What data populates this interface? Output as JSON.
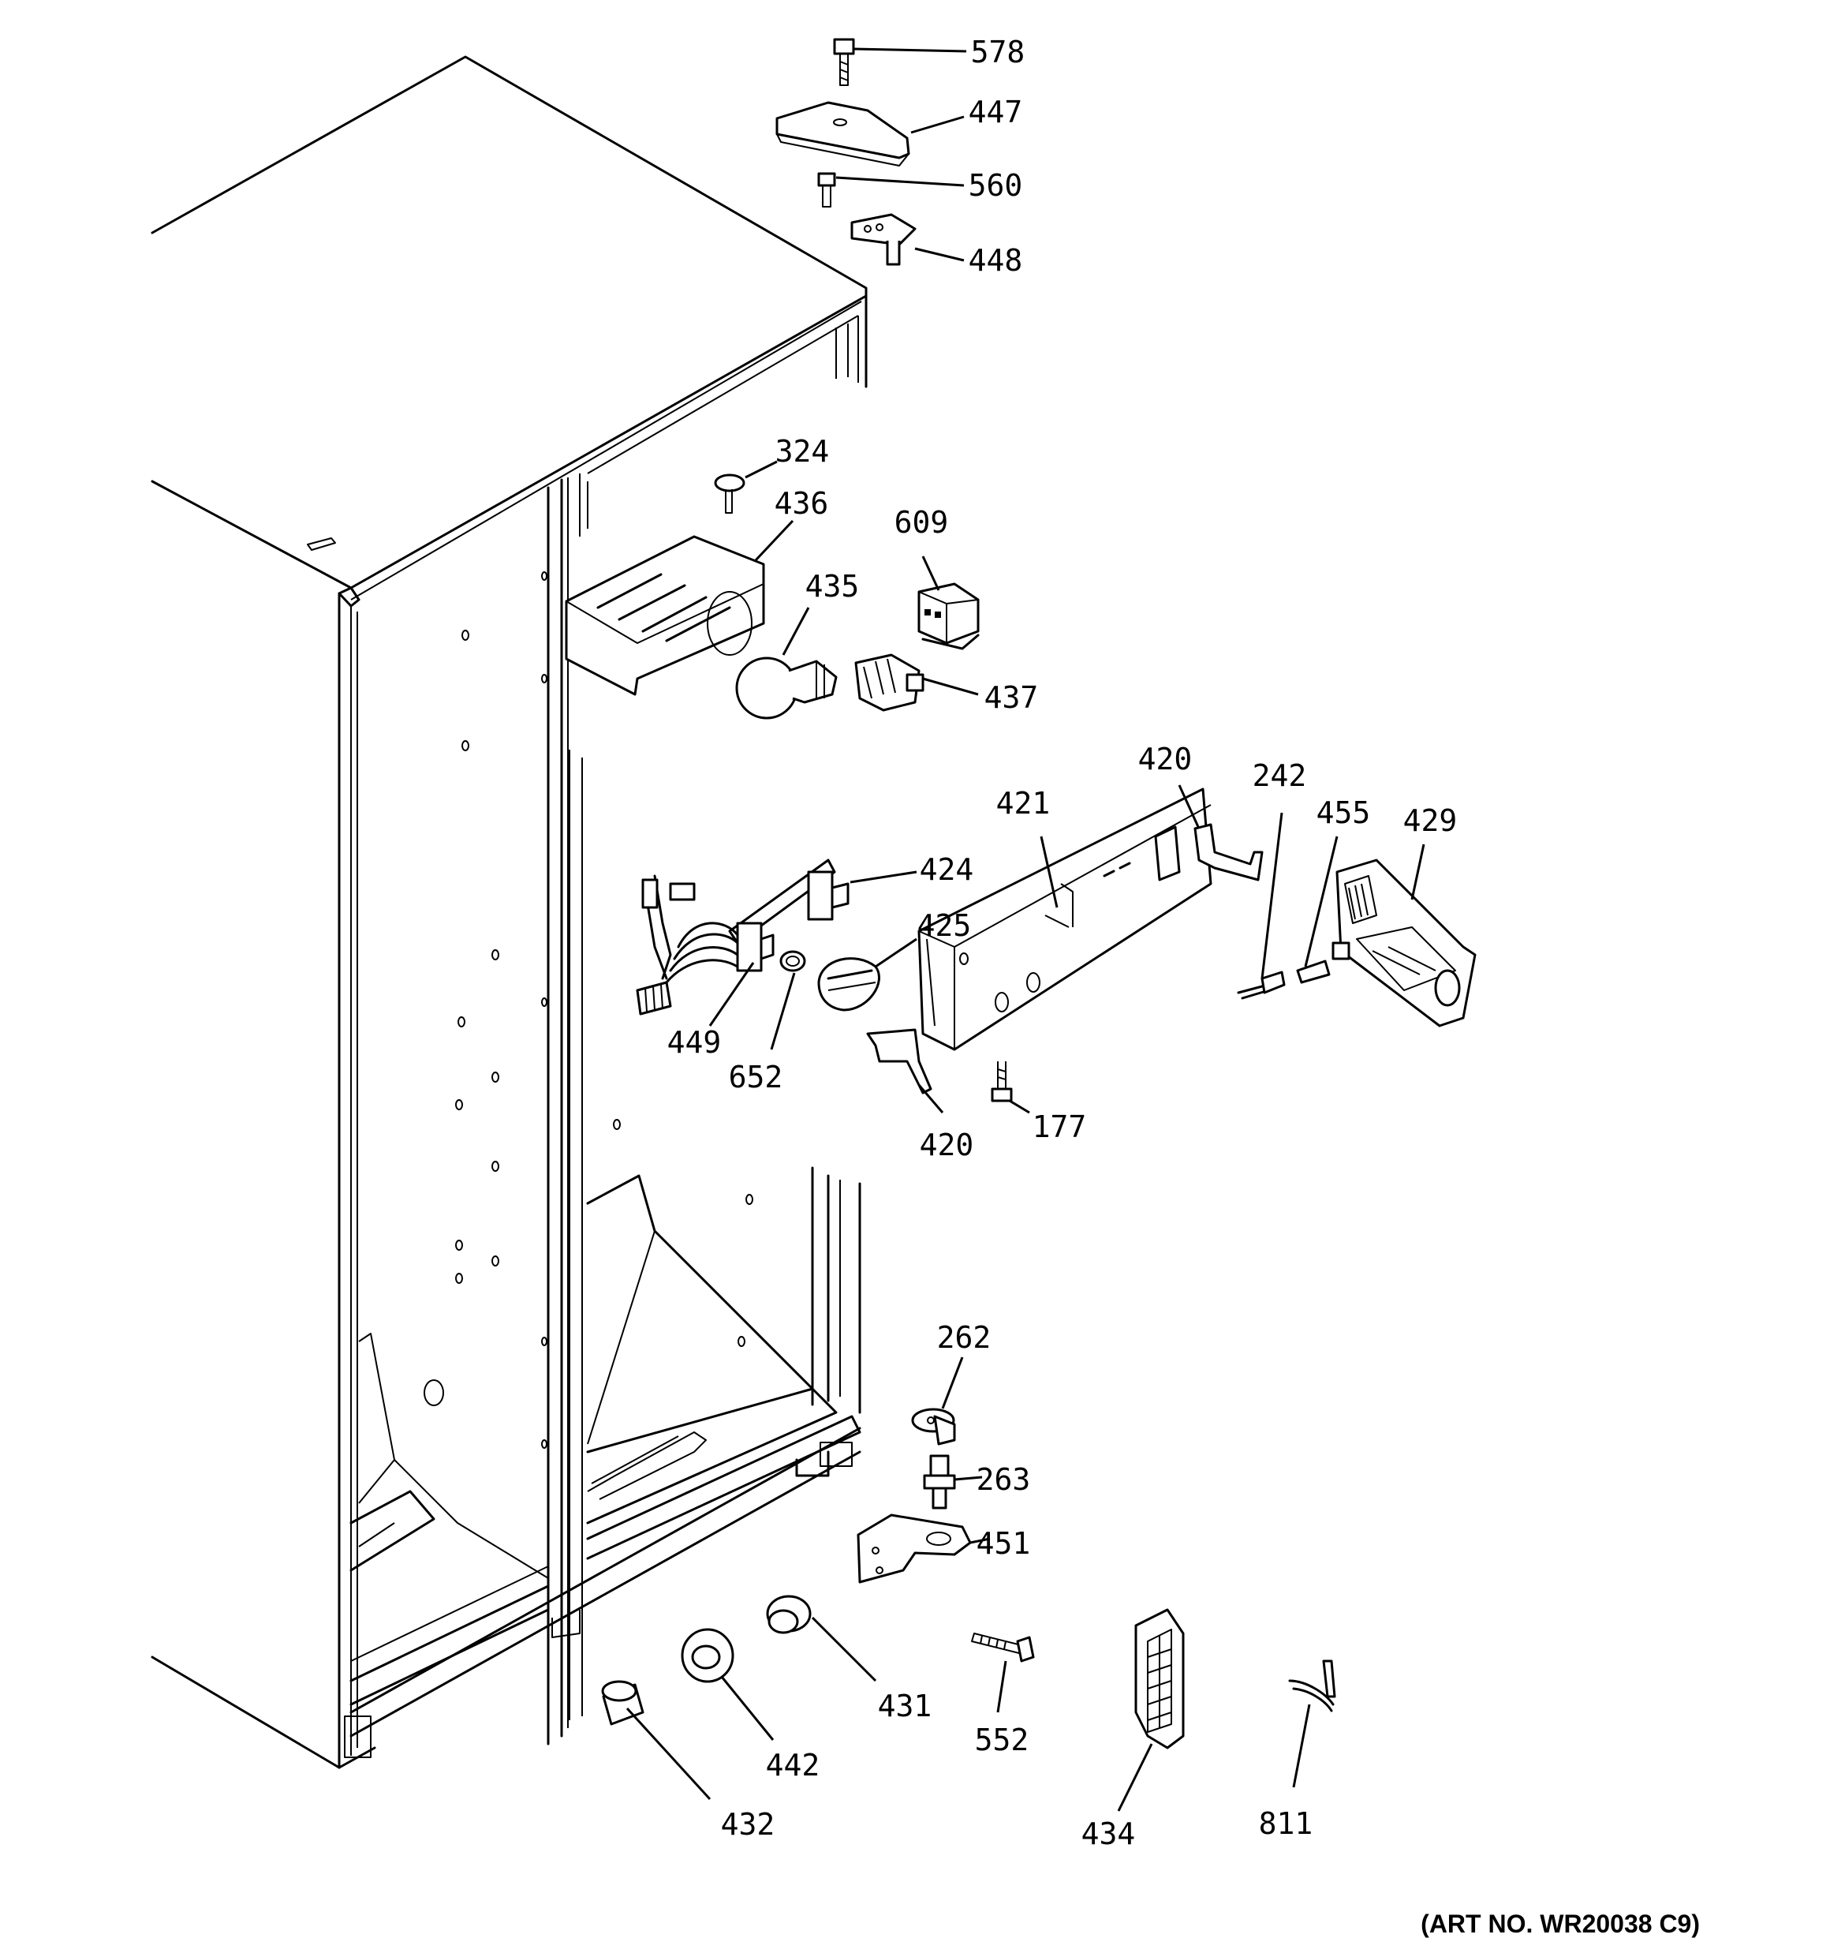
{
  "parts": [
    {
      "id": "p578",
      "label": "578"
    },
    {
      "id": "p447",
      "label": "447"
    },
    {
      "id": "p560",
      "label": "560"
    },
    {
      "id": "p448",
      "label": "448"
    },
    {
      "id": "p324",
      "label": "324"
    },
    {
      "id": "p436",
      "label": "436"
    },
    {
      "id": "p609",
      "label": "609"
    },
    {
      "id": "p435",
      "label": "435"
    },
    {
      "id": "p437",
      "label": "437"
    },
    {
      "id": "p420a",
      "label": "420"
    },
    {
      "id": "p242",
      "label": "242"
    },
    {
      "id": "p455",
      "label": "455"
    },
    {
      "id": "p421",
      "label": "421"
    },
    {
      "id": "p429",
      "label": "429"
    },
    {
      "id": "p424",
      "label": "424"
    },
    {
      "id": "p425",
      "label": "425"
    },
    {
      "id": "p449",
      "label": "449"
    },
    {
      "id": "p652",
      "label": "652"
    },
    {
      "id": "p420b",
      "label": "420"
    },
    {
      "id": "p177",
      "label": "177"
    },
    {
      "id": "p262",
      "label": "262"
    },
    {
      "id": "p263",
      "label": "263"
    },
    {
      "id": "p451",
      "label": "451"
    },
    {
      "id": "p431",
      "label": "431"
    },
    {
      "id": "p442",
      "label": "442"
    },
    {
      "id": "p552",
      "label": "552"
    },
    {
      "id": "p432",
      "label": "432"
    },
    {
      "id": "p434",
      "label": "434"
    },
    {
      "id": "p811",
      "label": "811"
    }
  ],
  "art_number": "(ART NO. WR20038 C9)"
}
